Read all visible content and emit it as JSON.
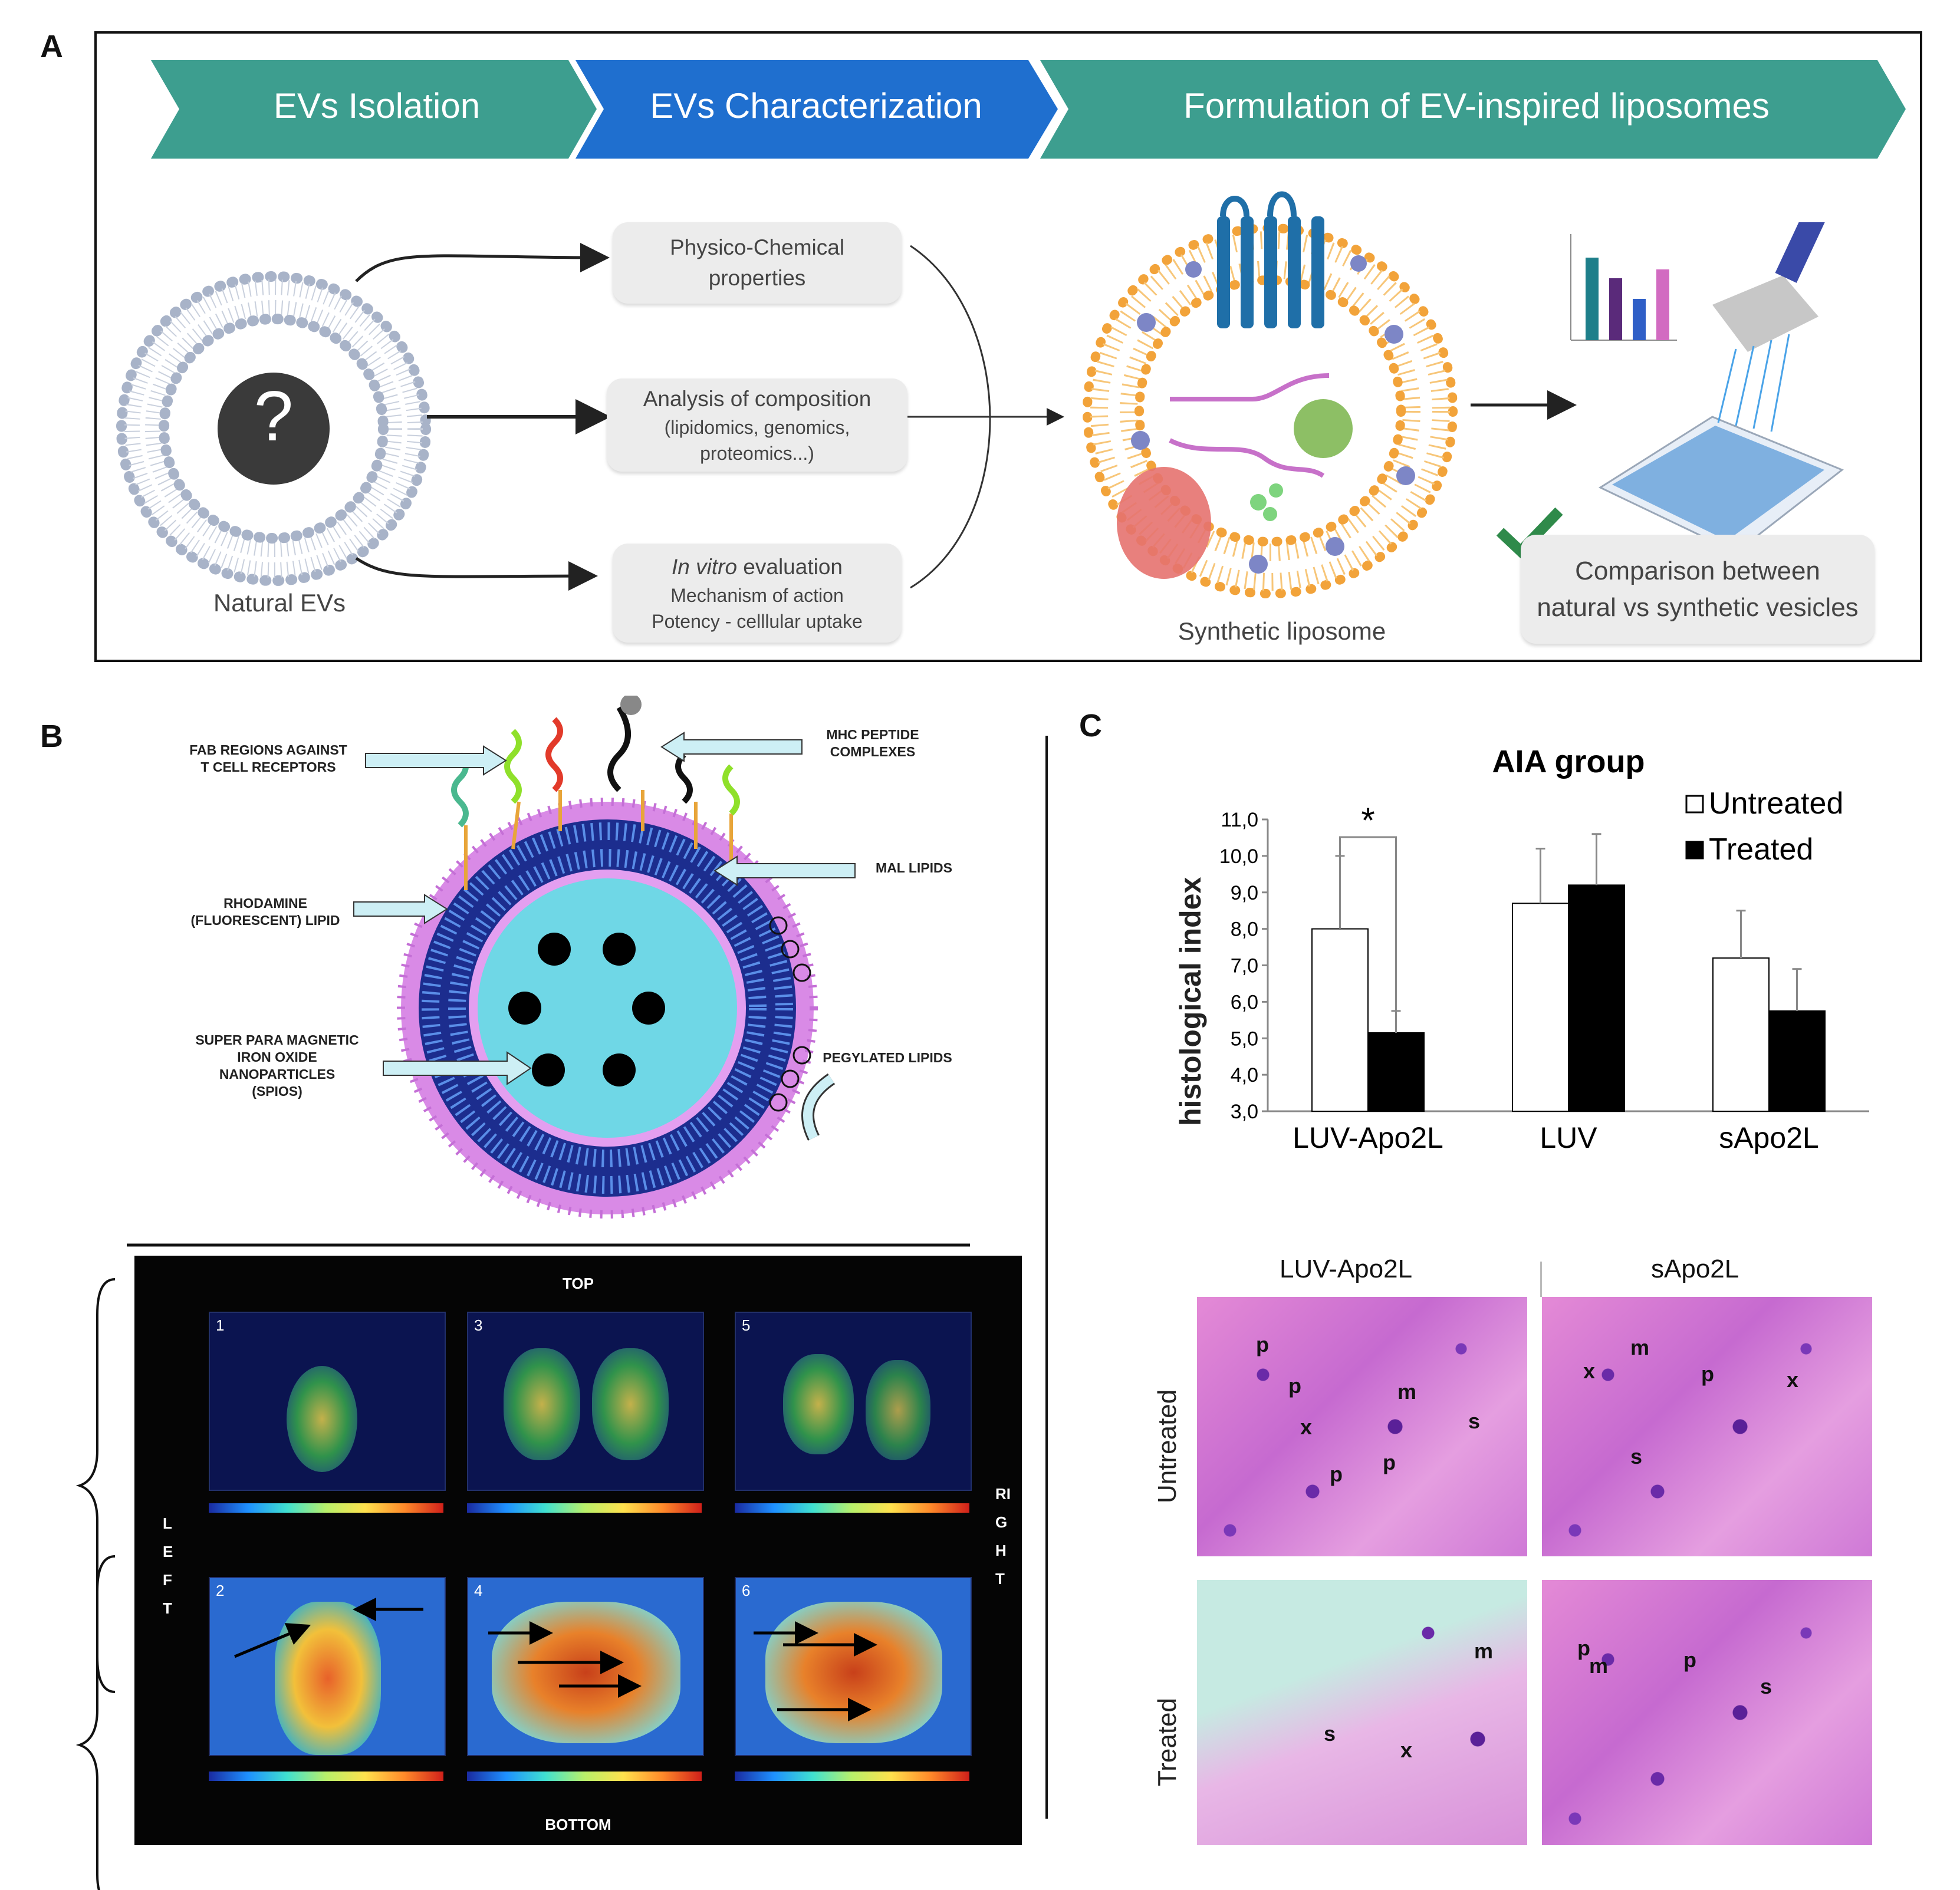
{
  "panel_labels": {
    "a": "A",
    "b": "B",
    "c": "C"
  },
  "panelA": {
    "steps": [
      "EVs  Isolation",
      "EVs Characterization",
      "Formulation of EV-inspired liposomes"
    ],
    "natural_label": "Natural EVs",
    "question_mark": "?",
    "box1": {
      "line1": "Physico-Chemical",
      "line2": "properties"
    },
    "box2": {
      "line1": "Analysis of composition",
      "line2": "(lipidomics, genomics,",
      "line3": "proteomics...)"
    },
    "box3": {
      "italic": "In vitro",
      "rest": " evaluation",
      "line2": "Mechanism of action",
      "line3": "Potency - celllular  uptake"
    },
    "synthetic_label": "Synthetic liposome",
    "comparison": {
      "line1": "Comparison between",
      "line2": "natural vs synthetic vesicles"
    },
    "colors": {
      "teal": "#3d9e8f",
      "blue": "#1f6fcf",
      "orange": "#f2a33a",
      "lipid_gray": "#a8b3c8"
    }
  },
  "panelB": {
    "labels": {
      "fab": "FAB REGIONS AGAINST\nT CELL RECEPTORS",
      "mhc": "MHC PEPTIDE\nCOMPLEXES",
      "mal": "MAL LIPIDS",
      "rhodamine": "RHODAMINE\n(FLUORESCENT) LIPID",
      "spios": "SUPER PARA MAGNETIC\nIRON OXIDE\nNANOPARTICLES\n(SPIOS)",
      "peg": "PEGYLATED LIPIDS"
    },
    "mri": {
      "top": "TOP",
      "bottom": "BOTTOM",
      "left": "LEFT",
      "right": "RIGHT",
      "nums": [
        "1",
        "3",
        "5",
        "2",
        "4",
        "6"
      ]
    }
  },
  "panelC": {
    "chart_data": {
      "type": "bar",
      "title": "AIA group",
      "ylabel": "histological index",
      "categories": [
        "LUV-Apo2L",
        "LUV",
        "sApo2L"
      ],
      "series": [
        {
          "name": "Untreated",
          "values": [
            8.0,
            8.7,
            7.2
          ],
          "errors": [
            2.0,
            1.5,
            1.3
          ],
          "color": "#ffffff"
        },
        {
          "name": "Treated",
          "values": [
            5.15,
            9.2,
            5.75
          ],
          "errors": [
            0.6,
            1.4,
            1.15
          ],
          "color": "#000000"
        }
      ],
      "ylim": [
        3.0,
        11.0
      ],
      "yticks": [
        "3,0",
        "4,0",
        "5,0",
        "6,0",
        "7,0",
        "8,0",
        "9,0",
        "10,0",
        "11,0"
      ],
      "significance": "*",
      "legend": "top-right"
    },
    "histo": {
      "col_labels": [
        "LUV-Apo2L",
        "sApo2L"
      ],
      "row_labels": [
        "Untreated",
        "Treated"
      ],
      "marks": {
        "tl": [
          "p",
          "p",
          "m",
          "x",
          "s",
          "p",
          "p"
        ],
        "tr": [
          "x",
          "m",
          "p",
          "x",
          "s"
        ],
        "bl": [
          "m",
          "s",
          "x"
        ],
        "br": [
          "p",
          "m",
          "p",
          "s"
        ]
      }
    }
  }
}
